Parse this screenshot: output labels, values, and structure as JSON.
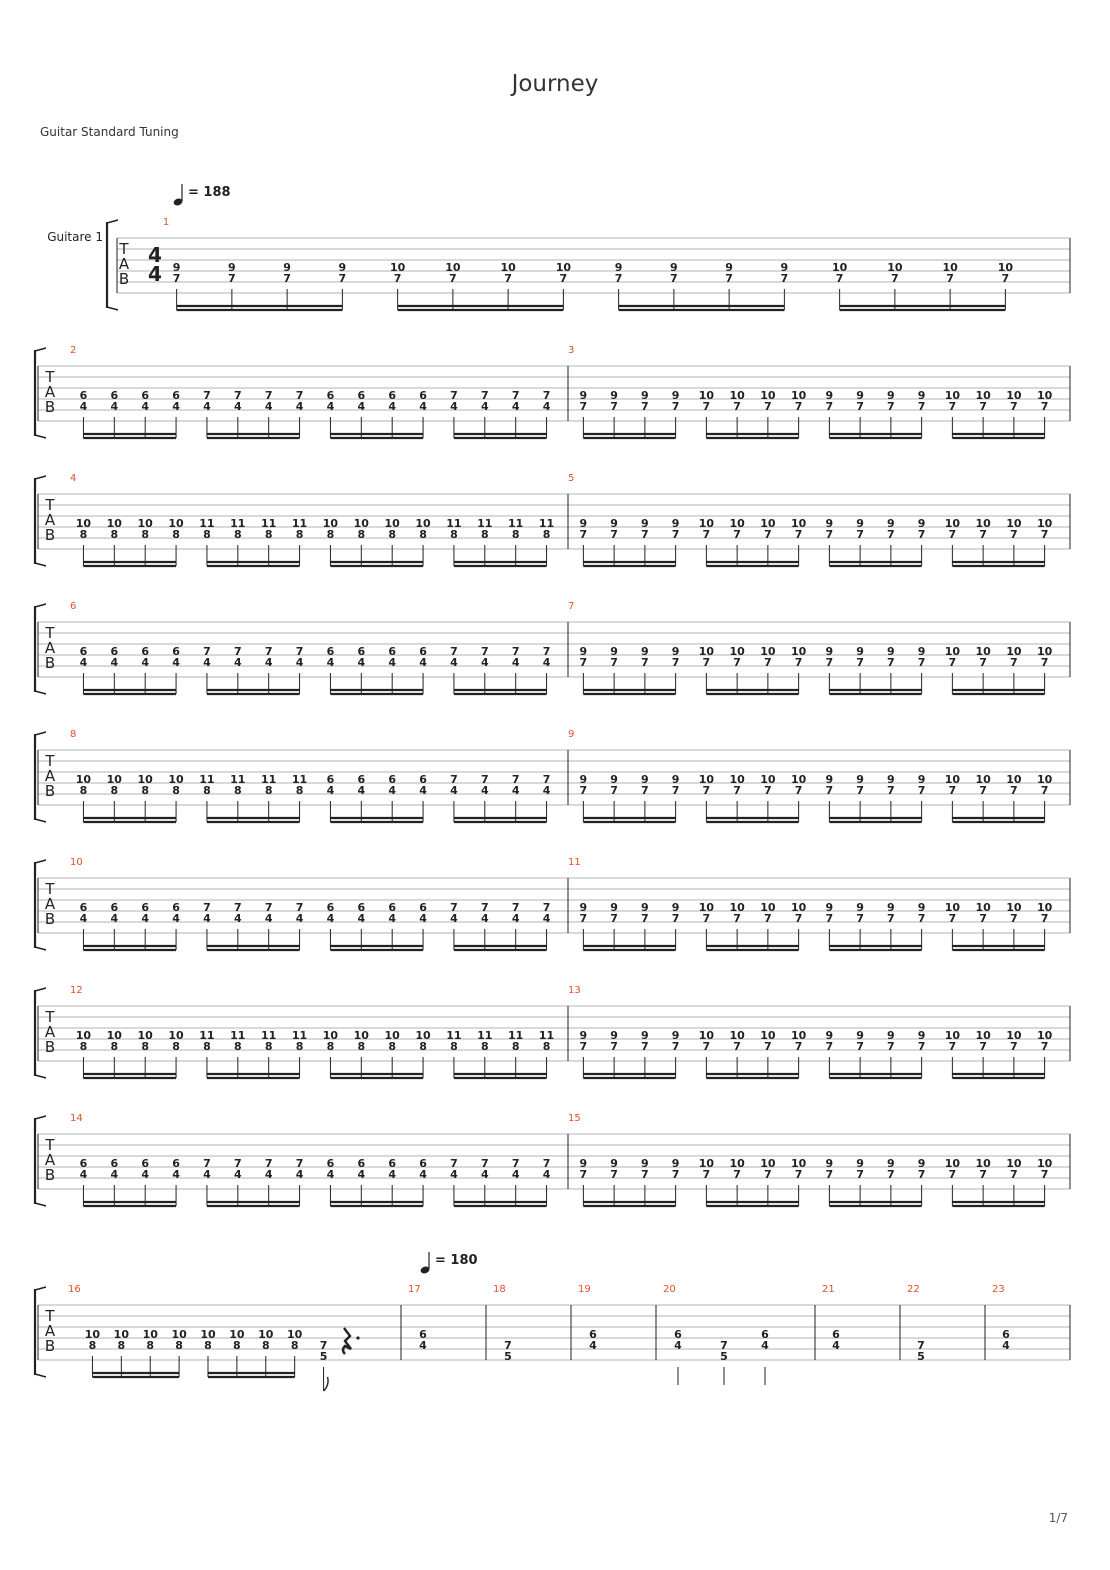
{
  "title": "Journey",
  "tuning": "Guitar Standard Tuning",
  "instrument": "Guitare 1",
  "time_signature": "4/4",
  "tempo_marks": [
    "= 188",
    "= 180"
  ],
  "page_number": "1/7",
  "colors": {
    "measure_number": "#e0502a",
    "ink": "#222222",
    "staff": "#9a9a9a"
  },
  "pattern_A": [
    [
      "9",
      "7"
    ],
    [
      "9",
      "7"
    ],
    [
      "9",
      "7"
    ],
    [
      "9",
      "7"
    ],
    [
      "10",
      "7"
    ],
    [
      "10",
      "7"
    ],
    [
      "10",
      "7"
    ],
    [
      "10",
      "7"
    ],
    [
      "9",
      "7"
    ],
    [
      "9",
      "7"
    ],
    [
      "9",
      "7"
    ],
    [
      "9",
      "7"
    ],
    [
      "10",
      "7"
    ],
    [
      "10",
      "7"
    ],
    [
      "10",
      "7"
    ],
    [
      "10",
      "7"
    ]
  ],
  "pattern_B": [
    [
      "6",
      "4"
    ],
    [
      "6",
      "4"
    ],
    [
      "6",
      "4"
    ],
    [
      "6",
      "4"
    ],
    [
      "7",
      "4"
    ],
    [
      "7",
      "4"
    ],
    [
      "7",
      "4"
    ],
    [
      "7",
      "4"
    ],
    [
      "6",
      "4"
    ],
    [
      "6",
      "4"
    ],
    [
      "6",
      "4"
    ],
    [
      "6",
      "4"
    ],
    [
      "7",
      "4"
    ],
    [
      "7",
      "4"
    ],
    [
      "7",
      "4"
    ],
    [
      "7",
      "4"
    ]
  ],
  "pattern_C": [
    [
      "10",
      "8"
    ],
    [
      "10",
      "8"
    ],
    [
      "10",
      "8"
    ],
    [
      "10",
      "8"
    ],
    [
      "11",
      "8"
    ],
    [
      "11",
      "8"
    ],
    [
      "11",
      "8"
    ],
    [
      "11",
      "8"
    ],
    [
      "10",
      "8"
    ],
    [
      "10",
      "8"
    ],
    [
      "10",
      "8"
    ],
    [
      "10",
      "8"
    ],
    [
      "11",
      "8"
    ],
    [
      "11",
      "8"
    ],
    [
      "11",
      "8"
    ],
    [
      "11",
      "8"
    ]
  ],
  "pattern_D": [
    [
      "10",
      "8"
    ],
    [
      "10",
      "8"
    ],
    [
      "10",
      "8"
    ],
    [
      "10",
      "8"
    ],
    [
      "11",
      "8"
    ],
    [
      "11",
      "8"
    ],
    [
      "11",
      "8"
    ],
    [
      "11",
      "8"
    ],
    [
      "6",
      "4"
    ],
    [
      "6",
      "4"
    ],
    [
      "6",
      "4"
    ],
    [
      "6",
      "4"
    ],
    [
      "7",
      "4"
    ],
    [
      "7",
      "4"
    ],
    [
      "7",
      "4"
    ],
    [
      "7",
      "4"
    ]
  ],
  "measures": [
    {
      "n": "1",
      "pattern": "A"
    },
    {
      "n": "2",
      "pattern": "B"
    },
    {
      "n": "3",
      "pattern": "A"
    },
    {
      "n": "4",
      "pattern": "C"
    },
    {
      "n": "5",
      "pattern": "A"
    },
    {
      "n": "6",
      "pattern": "B"
    },
    {
      "n": "7",
      "pattern": "A"
    },
    {
      "n": "8",
      "pattern": "D"
    },
    {
      "n": "9",
      "pattern": "A"
    },
    {
      "n": "10",
      "pattern": "B"
    },
    {
      "n": "11",
      "pattern": "A"
    },
    {
      "n": "12",
      "pattern": "C"
    },
    {
      "n": "13",
      "pattern": "A"
    },
    {
      "n": "14",
      "pattern": "B"
    },
    {
      "n": "15",
      "pattern": "A"
    },
    {
      "n": "16",
      "notes": [
        [
          "10",
          "8"
        ],
        [
          "10",
          "8"
        ],
        [
          "10",
          "8"
        ],
        [
          "10",
          "8"
        ],
        [
          "10",
          "8"
        ],
        [
          "10",
          "8"
        ],
        [
          "10",
          "8"
        ],
        [
          "10",
          "8"
        ],
        [
          "7",
          "5"
        ]
      ],
      "rest": true
    },
    {
      "n": "17",
      "notes": [
        [
          "6",
          "4"
        ]
      ]
    },
    {
      "n": "18",
      "notes": [
        [
          "7",
          "5"
        ]
      ]
    },
    {
      "n": "19",
      "notes": [
        [
          "6",
          "4"
        ]
      ]
    },
    {
      "n": "20",
      "notes": [
        [
          "6",
          "4"
        ],
        [
          "7",
          "5"
        ],
        [
          "6",
          "4"
        ]
      ]
    },
    {
      "n": "21",
      "notes": [
        [
          "6",
          "4"
        ]
      ]
    },
    {
      "n": "22",
      "notes": [
        [
          "7",
          "5"
        ]
      ]
    },
    {
      "n": "23",
      "notes": [
        [
          "6",
          "4"
        ]
      ]
    }
  ]
}
